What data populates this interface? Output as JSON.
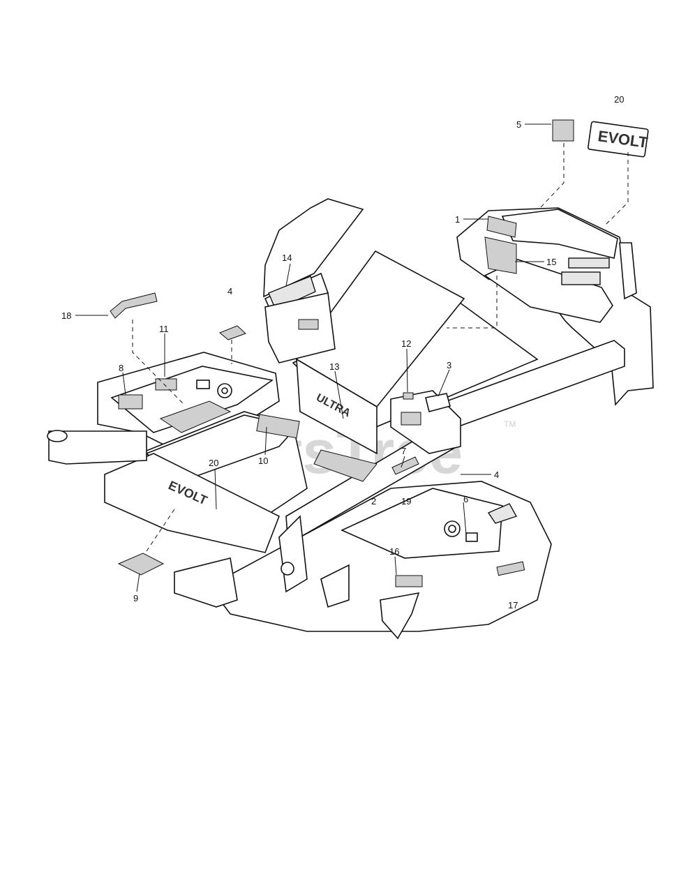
{
  "watermark": {
    "text": "PartsTree",
    "trademark": "TM"
  },
  "decal_text": {
    "ultra": "ULTRA",
    "brand_main": "EVOLT",
    "brand_loose": "EVOLT"
  },
  "callouts": [
    {
      "id": "c1",
      "label": "1"
    },
    {
      "id": "c2",
      "label": "2"
    },
    {
      "id": "c3",
      "label": "3"
    },
    {
      "id": "c4a",
      "label": "4"
    },
    {
      "id": "c4b",
      "label": "4"
    },
    {
      "id": "c5",
      "label": "5"
    },
    {
      "id": "c6",
      "label": "6"
    },
    {
      "id": "c7",
      "label": "7"
    },
    {
      "id": "c8",
      "label": "8"
    },
    {
      "id": "c9",
      "label": "9"
    },
    {
      "id": "c10",
      "label": "10"
    },
    {
      "id": "c11",
      "label": "11"
    },
    {
      "id": "c12",
      "label": "12"
    },
    {
      "id": "c13",
      "label": "13"
    },
    {
      "id": "c14",
      "label": "14"
    },
    {
      "id": "c15",
      "label": "15"
    },
    {
      "id": "c16",
      "label": "16"
    },
    {
      "id": "c17",
      "label": "17"
    },
    {
      "id": "c18",
      "label": "18"
    },
    {
      "id": "c19",
      "label": "19"
    },
    {
      "id": "c20a",
      "label": "20"
    },
    {
      "id": "c20b",
      "label": "20"
    }
  ]
}
